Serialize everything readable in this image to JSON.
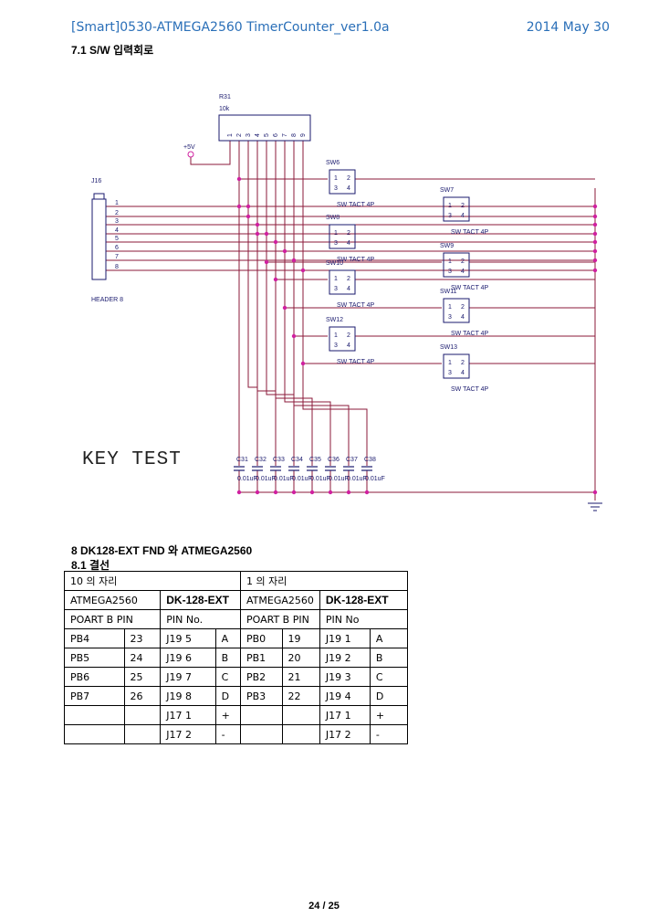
{
  "header": {
    "doc_title": "[Smart]0530-ATMEGA2560 TimerCounter_ver1.0a",
    "date": "2014 May 30"
  },
  "section_sw": {
    "title": "7.1 S/W  입력회로"
  },
  "schematic": {
    "resistor_ref": "R31",
    "resistor_value": "10k",
    "resistor_pins": [
      "1",
      "2",
      "3",
      "4",
      "5",
      "6",
      "7",
      "8",
      "9"
    ],
    "power_label": "+5V",
    "connector_ref": "J16",
    "connector_name": "HEADER 8",
    "connector_pins": [
      "1",
      "2",
      "3",
      "4",
      "5",
      "6",
      "7",
      "8"
    ],
    "switches": [
      {
        "ref": "SW6",
        "value": "SW TACT 4P"
      },
      {
        "ref": "SW7",
        "value": "SW TACT 4P"
      },
      {
        "ref": "SW8",
        "value": "SW TACT 4P"
      },
      {
        "ref": "SW9",
        "value": "SW TACT 4P"
      },
      {
        "ref": "SW10",
        "value": "SW TACT 4P"
      },
      {
        "ref": "SW11",
        "value": "SW TACT 4P"
      },
      {
        "ref": "SW12",
        "value": "SW TACT 4P"
      },
      {
        "ref": "SW13",
        "value": "SW TACT 4P"
      }
    ],
    "switch_pin_labels": [
      "1",
      "2",
      "3",
      "4"
    ],
    "capacitors": [
      {
        "ref": "C31",
        "value": "0.01uF"
      },
      {
        "ref": "C32",
        "value": "0.01uF"
      },
      {
        "ref": "C33",
        "value": "0.01uF"
      },
      {
        "ref": "C34",
        "value": "0.01uF"
      },
      {
        "ref": "C35",
        "value": "0.01uF"
      },
      {
        "ref": "C36",
        "value": "0.01uF"
      },
      {
        "ref": "C37",
        "value": "0.01uF"
      },
      {
        "ref": "C38",
        "value": "0.01uF"
      }
    ],
    "key_test_label": "KEY TEST"
  },
  "section_fnd": {
    "title": "8 DK128-EXT FND  와  ATMEGA2560",
    "subtitle": "8.1  결선"
  },
  "pin_table": {
    "group_tens": "10 의  자리",
    "group_ones": "1 의  자리",
    "mcu_label": "ATMEGA2560",
    "ext_label": "DK-128-EXT",
    "port_label": "POART B PIN",
    "pin_no_tens": "PIN No.",
    "pin_no_ones": "PIN No",
    "rows": [
      [
        "PB4",
        "23",
        "J19 5",
        "A",
        "PB0",
        "19",
        "J19 1",
        "A"
      ],
      [
        "PB5",
        "24",
        "J19 6",
        "B",
        "PB1",
        "20",
        "J19 2",
        "B"
      ],
      [
        "PB6",
        "25",
        "J19 7",
        "C",
        "PB2",
        "21",
        "J19 3",
        "C"
      ],
      [
        "PB7",
        "26",
        "J19 8",
        "D",
        "PB3",
        "22",
        "J19 4",
        "D"
      ],
      [
        "",
        "",
        "J17 1",
        "+",
        "",
        "",
        "J17 1",
        "+"
      ],
      [
        "",
        "",
        "J17 2",
        "-",
        "",
        "",
        "J17 2",
        "-"
      ]
    ]
  },
  "footer": {
    "page": "24 / 25"
  },
  "colors": {
    "wire": "#8b1a3a",
    "junction": "#d020a0",
    "component": "#1a1a6e",
    "header_text": "#2a6fb8"
  }
}
